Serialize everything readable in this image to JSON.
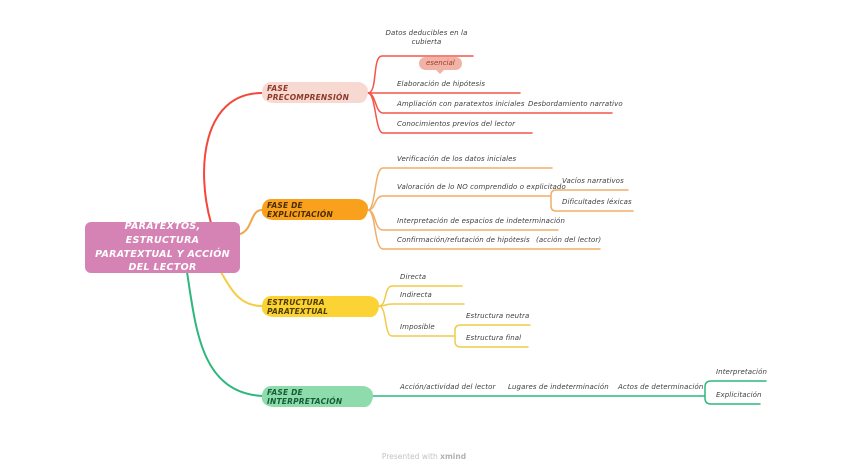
{
  "root": {
    "label": "PARATEXTOS, ESTRUCTURA PARATEXTUAL Y ACCIÓN DEL LECTOR",
    "color": "#d583b5"
  },
  "branches": [
    {
      "label": "FASE PRECOMPRENSIÓN",
      "box_color": "#f8d9d2",
      "line_color": "#f4473a",
      "children": [
        {
          "label": "Datos deducibles en la cubierta"
        },
        {
          "label": "Elaboración de hipótesis",
          "callout": {
            "label": "esencial",
            "color": "#f1b3a6"
          }
        },
        {
          "label": "Ampliación con paratextos iniciales",
          "children": [
            {
              "label": "Desbordamiento narrativo"
            }
          ]
        },
        {
          "label": "Conocimientos previos del lector"
        }
      ]
    },
    {
      "label": "FASE DE EXPLICITACIÓN",
      "box_color": "#f9a01d",
      "line_color": "#f1ad6a",
      "children": [
        {
          "label": "Verificación de los datos iniciales"
        },
        {
          "label": "Valoración de lo NO comprendido o explicitado",
          "children": [
            {
              "label": "Vacíos narrativos"
            },
            {
              "label": "Dificultades léxicas"
            }
          ]
        },
        {
          "label": "Interpretación de espacios de indeterminación"
        },
        {
          "label": "Confirmación/refutación de hipótesis",
          "children": [
            {
              "label": "(acción del lector)"
            }
          ]
        }
      ]
    },
    {
      "label": "ESTRUCTURA PARATEXTUAL",
      "box_color": "#fbd334",
      "line_color": "#f2cb49",
      "children": [
        {
          "label": "Directa"
        },
        {
          "label": "Indirecta"
        },
        {
          "label": "Imposible",
          "children": [
            {
              "label": "Estructura neutra"
            },
            {
              "label": "Estructura final"
            }
          ]
        }
      ]
    },
    {
      "label": "FASE DE INTERPRETACIÓN",
      "box_color": "#8edcab",
      "line_color": "#2eb77d",
      "children": [
        {
          "label": "Acción/actividad del lector",
          "children": [
            {
              "label": "Lugares de indeterminación",
              "children": [
                {
                  "label": "Actos de determinación",
                  "children": [
                    {
                      "label": "Interpretación"
                    },
                    {
                      "label": "Explicitación"
                    }
                  ]
                }
              ]
            }
          ]
        }
      ]
    }
  ],
  "footer": {
    "text": "Presented with",
    "brand": "xmind"
  }
}
